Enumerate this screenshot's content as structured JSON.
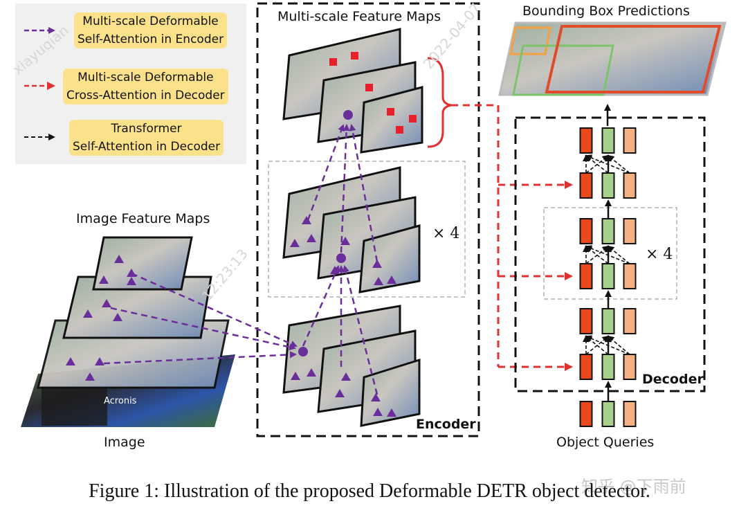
{
  "legend": {
    "deformable_self_attention": [
      "Multi-scale Deformable",
      "Self-Attention in Encoder"
    ],
    "deformable_cross_attention": [
      "Multi-scale Deformable",
      "Cross-Attention in Decoder"
    ],
    "transformer_self_attention": [
      "Transformer",
      "Self-Attention in Decoder"
    ]
  },
  "labels": {
    "multiscale_feature_maps": "Multi-scale Feature Maps",
    "bounding_box_predictions": "Bounding Box Predictions",
    "image_feature_maps": "Image Feature Maps",
    "image": "Image",
    "encoder": "Encoder",
    "decoder": "Decoder",
    "object_queries": "Object Queries",
    "times_four_encoder": "× 4",
    "times_four_decoder": "× 4",
    "image_logo_text": "Acronis"
  },
  "caption": "Figure 1: Illustration of the proposed Deformable DETR object detector.",
  "watermark": {
    "brand": "知乎 @下雨前",
    "user": "xiayuqian",
    "date": "2022-04-07",
    "time": "12:23:13"
  },
  "colors": {
    "purple": "#6a2e9a",
    "red": "#e03030",
    "query_red": "#e84a1c",
    "query_green": "#a8d08d",
    "query_orange": "#f4b183",
    "highlight": "#fbe28a"
  }
}
